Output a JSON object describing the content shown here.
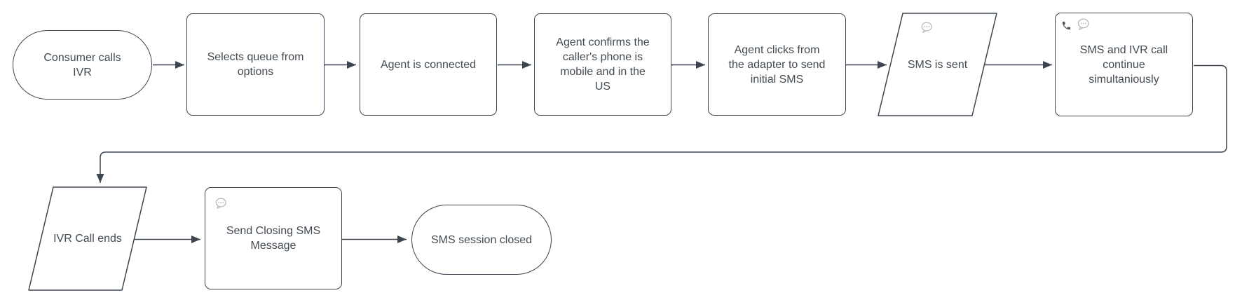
{
  "diagram": {
    "type": "flowchart",
    "colors": {
      "stroke": "#3c4550",
      "text": "#434b53",
      "fill": "#ffffff",
      "icon_gray": "#b5b5b5",
      "icon_dark": "#4e565e"
    },
    "nodes": [
      {
        "id": "consumer-calls-ivr",
        "shape": "stadium",
        "label": "Consumer calls\nIVR"
      },
      {
        "id": "selects-queue-from-options",
        "shape": "rect",
        "label": "Selects queue from\noptions"
      },
      {
        "id": "agent-is-connected",
        "shape": "rect",
        "label": "Agent is connected"
      },
      {
        "id": "agent-confirms-mobile-us",
        "shape": "rect",
        "label": "Agent confirms the\ncaller's phone is\nmobile and in the\nUS"
      },
      {
        "id": "agent-clicks-send-initial-sms",
        "shape": "rect",
        "label": "Agent clicks from\nthe adapter to send\ninitial SMS"
      },
      {
        "id": "sms-is-sent",
        "shape": "parallelogram",
        "label": "SMS is sent",
        "icons": [
          "sms-message-icon"
        ]
      },
      {
        "id": "sms-and-ivr-continue",
        "shape": "rect",
        "label": "SMS and IVR call\ncontinue\nsimultaniously",
        "icons": [
          "phone-call-icon",
          "sms-message-icon"
        ]
      },
      {
        "id": "ivr-call-ends",
        "shape": "parallelogram",
        "label": "IVR Call ends"
      },
      {
        "id": "send-closing-sms-message",
        "shape": "rect",
        "label": "Send Closing SMS\nMessage",
        "icons": [
          "sms-message-icon"
        ]
      },
      {
        "id": "sms-session-closed",
        "shape": "stadium",
        "label": "SMS session closed"
      }
    ],
    "edges": [
      {
        "from": "consumer-calls-ivr",
        "to": "selects-queue-from-options"
      },
      {
        "from": "selects-queue-from-options",
        "to": "agent-is-connected"
      },
      {
        "from": "agent-is-connected",
        "to": "agent-confirms-mobile-us"
      },
      {
        "from": "agent-confirms-mobile-us",
        "to": "agent-clicks-send-initial-sms"
      },
      {
        "from": "agent-clicks-send-initial-sms",
        "to": "sms-is-sent"
      },
      {
        "from": "sms-is-sent",
        "to": "sms-and-ivr-continue"
      },
      {
        "from": "sms-and-ivr-continue",
        "to": "ivr-call-ends"
      },
      {
        "from": "ivr-call-ends",
        "to": "send-closing-sms-message"
      },
      {
        "from": "send-closing-sms-message",
        "to": "sms-session-closed"
      }
    ]
  }
}
